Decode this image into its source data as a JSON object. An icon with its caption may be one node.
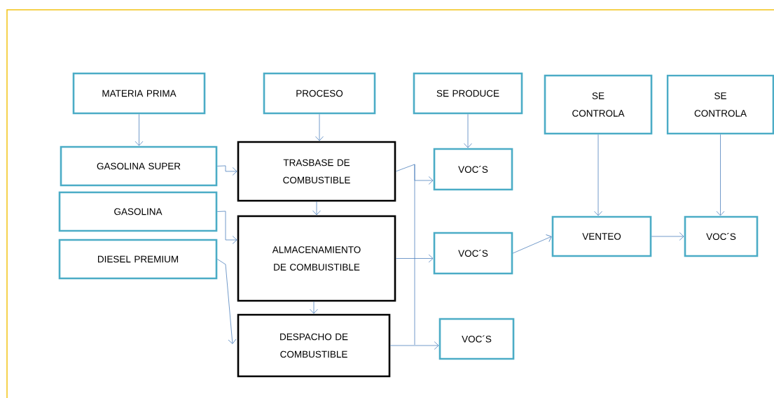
{
  "diagram": {
    "nodes": [
      {
        "text": [
          "MATERIA PRIMA"
        ]
      },
      {
        "text": [
          "PROCESO"
        ]
      },
      {
        "text": [
          "SE PRODUCE"
        ]
      },
      {
        "text": [
          "SE CONTROLA"
        ]
      },
      {
        "text": [
          "SE CONTROLA"
        ]
      },
      {
        "text": [
          "GASOLINA SUPER"
        ]
      },
      {
        "text": [
          "GASOLINA"
        ]
      },
      {
        "text": [
          "DIESEL PREMIUM"
        ]
      },
      {
        "text": [
          "TRASBASE DE COMBUSTIBLE"
        ]
      },
      {
        "text": [
          "ALMACENAMIENTO DE COMBUISTIBLE"
        ]
      },
      {
        "text": [
          "DESPACHO DE COMBUSTIBLE"
        ]
      },
      {
        "text": [
          "VOC´S"
        ]
      },
      {
        "text": [
          "VOC´S"
        ]
      },
      {
        "text": [
          "VOC´S"
        ]
      },
      {
        "text": [
          "VENTEO"
        ]
      },
      {
        "text": [
          "VOC´S"
        ]
      }
    ],
    "edges": [
      {
        "from": 0,
        "to": 5,
        "arrow": "to"
      },
      {
        "from": 1,
        "to": 8,
        "arrow": "to"
      },
      {
        "from": 2,
        "to": 11,
        "arrow": "to"
      },
      {
        "from": 3,
        "to": 14,
        "arrow": "to"
      },
      {
        "from": 4,
        "to": 15,
        "arrow": "to"
      },
      {
        "from": 5,
        "to": 8,
        "arrow": "to"
      },
      {
        "from": 6,
        "to": 9,
        "arrow": "to"
      },
      {
        "from": 7,
        "to": 10,
        "arrow": "to"
      },
      {
        "from": 8,
        "to": 9,
        "arrow": "to"
      },
      {
        "from": 9,
        "to": 10,
        "arrow": "to"
      },
      {
        "from": 8,
        "to": 11,
        "arrow": "to"
      },
      {
        "from": 9,
        "to": 12,
        "arrow": "to"
      },
      {
        "from": 10,
        "to": 13,
        "arrow": "to"
      },
      {
        "from": 12,
        "to": 14,
        "arrow": "to"
      },
      {
        "from": 14,
        "to": 15,
        "arrow": "to"
      }
    ]
  }
}
